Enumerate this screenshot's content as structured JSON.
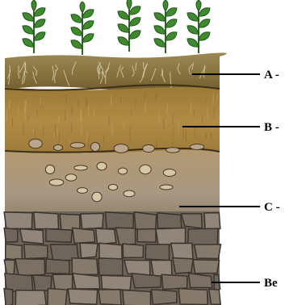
{
  "diagram": {
    "colors": {
      "topsoil": "#8a7440",
      "subsoil": "#a9853f",
      "parent": "#a99a80",
      "bedrock": "#776d62",
      "plant": "#3f8a2f",
      "label_line": "#000000"
    },
    "labels": [
      {
        "id": "a",
        "text": "A -"
      },
      {
        "id": "b",
        "text": "B -"
      },
      {
        "id": "c",
        "text": "C -"
      },
      {
        "id": "bedrock",
        "text": "Be"
      }
    ]
  }
}
